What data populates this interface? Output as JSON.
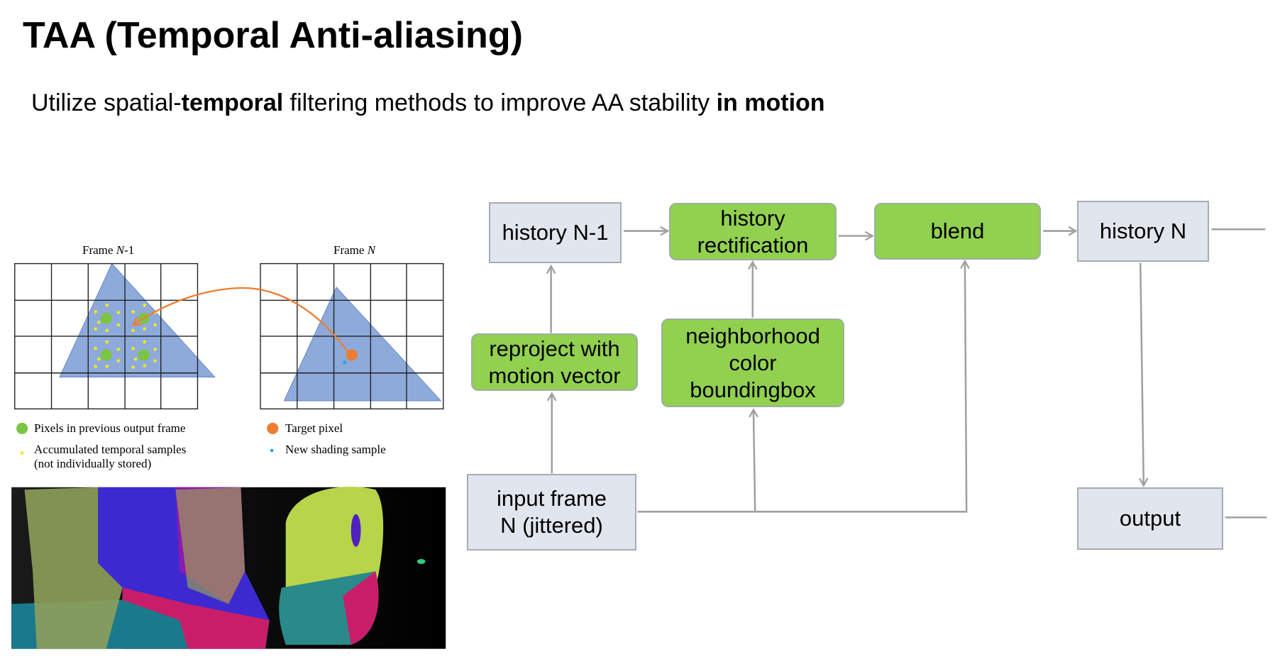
{
  "title": "TAA (Temporal Anti-aliasing)",
  "subtitle": {
    "part1": "Utilize spatial-",
    "bold1": "temporal",
    "part2": " filtering methods to improve AA stability ",
    "bold2": "in motion"
  },
  "figure": {
    "frame_prev": {
      "prefix": "Frame ",
      "italic": "N",
      "suffix": "-1"
    },
    "frame_cur": {
      "prefix": "Frame ",
      "italic": "N",
      "suffix": ""
    },
    "legend": {
      "pixels_prev": "Pixels in previous output frame",
      "accumulated": "Accumulated temporal samples",
      "accumulated_note": "(not individually stored)",
      "target": "Target pixel",
      "new_sample": "New shading sample"
    },
    "colors": {
      "triangle": "#8eaadb",
      "green": "#7cc444",
      "yellow": "#f2ea1c",
      "orange": "#ee7d31",
      "blue": "#1fa6e0"
    }
  },
  "flow": {
    "history_prev": "history N-1",
    "history_rect": "history rectification",
    "blend": "blend",
    "history_n": "history N",
    "reproject": "reproject with motion vector",
    "neighborhood": "neighborhood color boundingbox",
    "input": "input frame N (jittered)",
    "output": "output",
    "colors": {
      "process": "#92d050",
      "data": "#e1e5ed",
      "arrow": "#a0a0a0"
    }
  }
}
